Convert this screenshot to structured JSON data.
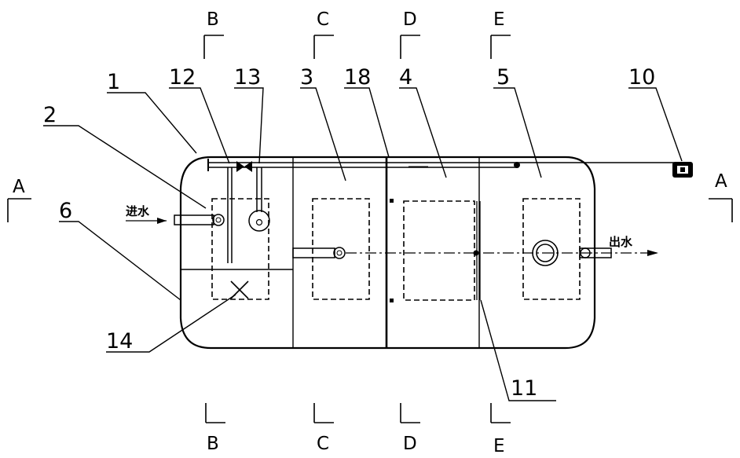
{
  "section_markers": {
    "A_left": "A",
    "A_right": "A",
    "B_top": "B",
    "B_bottom": "B",
    "C_top": "C",
    "C_bottom": "C",
    "D_top": "D",
    "D_bottom": "D",
    "E_top": "E",
    "E_bottom": "E"
  },
  "callouts": {
    "n1": "1",
    "n2": "2",
    "n3": "3",
    "n4": "4",
    "n5": "5",
    "n6": "6",
    "n10": "10",
    "n11": "11",
    "n12": "12",
    "n13": "13",
    "n14": "14",
    "n18": "18"
  },
  "flow_labels": {
    "inlet": "进水",
    "outlet": "出水"
  },
  "colors": {
    "line": "#000000",
    "background": "#ffffff"
  }
}
